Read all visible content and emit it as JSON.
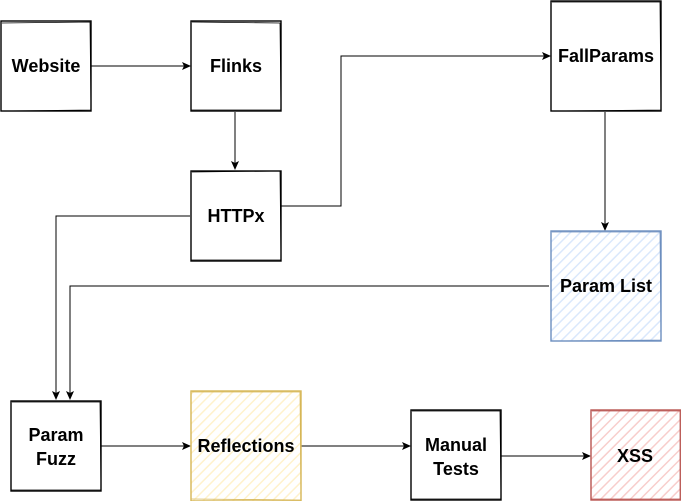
{
  "colors": {
    "stroke": "#000000",
    "param_list_stroke": "#6c8ebf",
    "param_list_fill": "#dae8fc",
    "reflections_stroke": "#d6b656",
    "reflections_fill": "#fff2cc",
    "xss_stroke": "#b85450",
    "xss_fill": "#f8cecc"
  },
  "nodes": {
    "website": {
      "label": "Website"
    },
    "flinks": {
      "label": "Flinks"
    },
    "httpx": {
      "label": "HTTPx"
    },
    "fallparams": {
      "label": "FallParams"
    },
    "param_list": {
      "label": "Param List"
    },
    "param_fuzz": {
      "line1": "Param",
      "line2": "Fuzz"
    },
    "reflections": {
      "label": "Reflections"
    },
    "manual_tests": {
      "line1": "Manual",
      "line2": "Tests"
    },
    "xss": {
      "label": "XSS"
    }
  }
}
